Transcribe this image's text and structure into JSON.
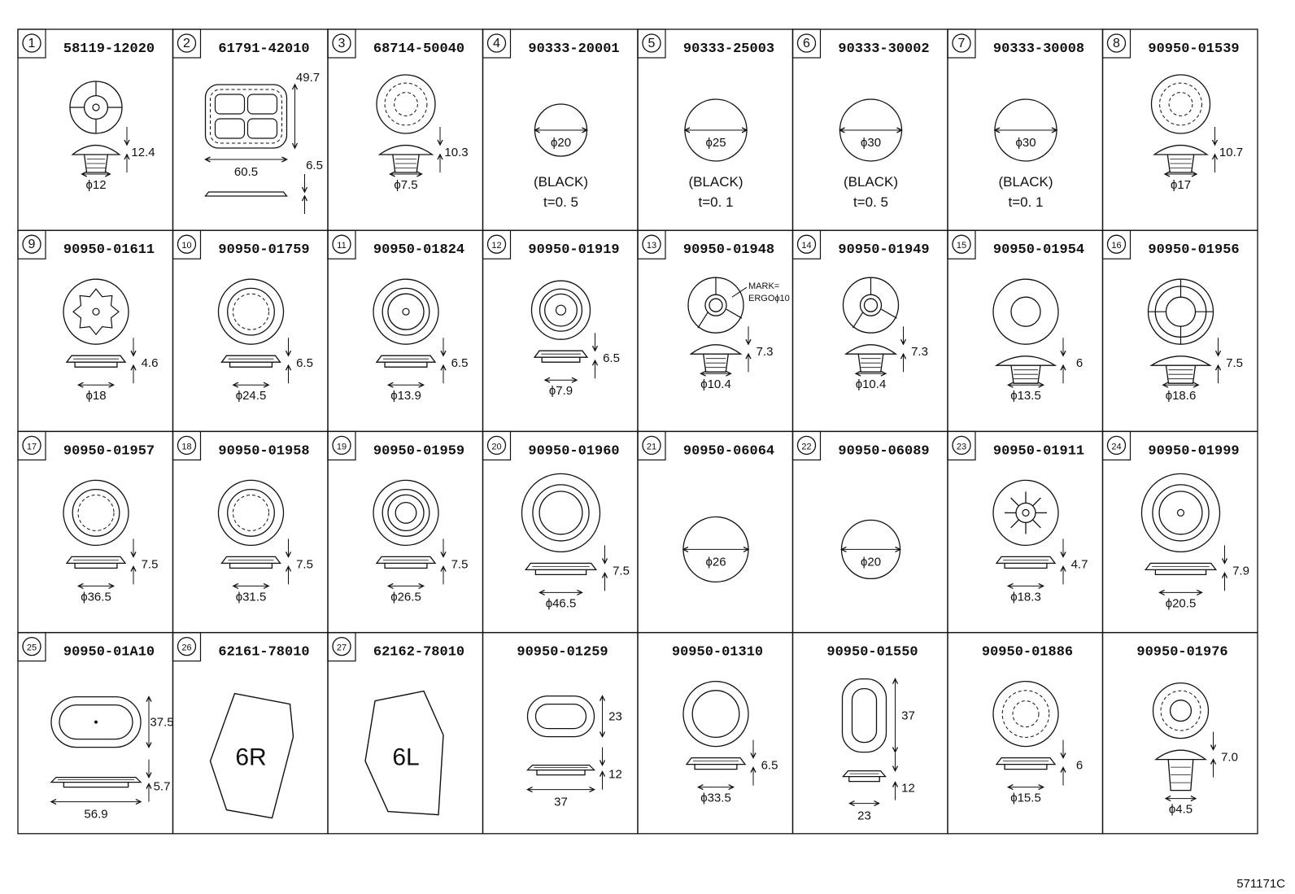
{
  "catalog_code": "571171C",
  "cells": [
    {
      "row": 0,
      "col": 0,
      "index": "1",
      "part": "58119-12020",
      "dims": [
        "12.4",
        "ϕ12"
      ],
      "notes": [],
      "shape": "plug-crossed"
    },
    {
      "row": 0,
      "col": 1,
      "index": "2",
      "part": "61791-42010",
      "dims": [
        "49.7",
        "60.5",
        "6.5"
      ],
      "notes": [],
      "shape": "square-4window"
    },
    {
      "row": 0,
      "col": 2,
      "index": "3",
      "part": "68714-50040",
      "dims": [
        "10.3",
        "ϕ7.5"
      ],
      "notes": [],
      "shape": "plug-ring"
    },
    {
      "row": 0,
      "col": 3,
      "index": "4",
      "part": "90333-20001",
      "dims": [
        "ϕ20"
      ],
      "notes": [
        "(BLACK)",
        "t=0. 5"
      ],
      "shape": "disc"
    },
    {
      "row": 0,
      "col": 4,
      "index": "5",
      "part": "90333-25003",
      "dims": [
        "ϕ25"
      ],
      "notes": [
        "(BLACK)",
        "t=0. 1"
      ],
      "shape": "disc"
    },
    {
      "row": 0,
      "col": 5,
      "index": "6",
      "part": "90333-30002",
      "dims": [
        "ϕ30"
      ],
      "notes": [
        "(BLACK)",
        "t=0. 5"
      ],
      "shape": "disc"
    },
    {
      "row": 0,
      "col": 6,
      "index": "7",
      "part": "90333-30008",
      "dims": [
        "ϕ30"
      ],
      "notes": [
        "(BLACK)",
        "t=0. 1"
      ],
      "shape": "disc"
    },
    {
      "row": 0,
      "col": 7,
      "index": "8",
      "part": "90950-01539",
      "dims": [
        "10.7",
        "ϕ17"
      ],
      "notes": [],
      "shape": "plug-ring"
    },
    {
      "row": 1,
      "col": 0,
      "index": "9",
      "part": "90950-01611",
      "dims": [
        "4.6",
        "ϕ18"
      ],
      "notes": [],
      "shape": "gear"
    },
    {
      "row": 1,
      "col": 1,
      "index": "10",
      "part": "90950-01759",
      "dims": [
        "6.5",
        "ϕ24.5"
      ],
      "notes": [],
      "shape": "rings"
    },
    {
      "row": 1,
      "col": 2,
      "index": "11",
      "part": "90950-01824",
      "dims": [
        "6.5",
        "ϕ13.9"
      ],
      "notes": [],
      "shape": "rings-dot"
    },
    {
      "row": 1,
      "col": 3,
      "index": "12",
      "part": "90950-01919",
      "dims": [
        "6.5",
        "ϕ7.9"
      ],
      "notes": [],
      "shape": "rings-dot-small"
    },
    {
      "row": 1,
      "col": 4,
      "index": "13",
      "part": "90950-01948",
      "dims": [
        "7.3",
        "ϕ10.4"
      ],
      "notes": [
        "MARK=",
        "ERGOϕ10"
      ],
      "shape": "split-plug"
    },
    {
      "row": 1,
      "col": 5,
      "index": "14",
      "part": "90950-01949",
      "dims": [
        "7.3",
        "ϕ10.4"
      ],
      "notes": [],
      "shape": "split-plug"
    },
    {
      "row": 1,
      "col": 6,
      "index": "15",
      "part": "90950-01954",
      "dims": [
        "6",
        "ϕ13.5"
      ],
      "notes": [],
      "shape": "donut-plug"
    },
    {
      "row": 1,
      "col": 7,
      "index": "16",
      "part": "90950-01956",
      "dims": [
        "7.5",
        "ϕ18.6"
      ],
      "notes": [],
      "shape": "crossed-ring"
    },
    {
      "row": 2,
      "col": 0,
      "index": "17",
      "part": "90950-01957",
      "dims": [
        "7.5",
        "ϕ36.5"
      ],
      "notes": [],
      "shape": "grommet"
    },
    {
      "row": 2,
      "col": 1,
      "index": "18",
      "part": "90950-01958",
      "dims": [
        "7.5",
        "ϕ31.5"
      ],
      "notes": [],
      "shape": "grommet"
    },
    {
      "row": 2,
      "col": 2,
      "index": "19",
      "part": "90950-01959",
      "dims": [
        "7.5",
        "ϕ26.5"
      ],
      "notes": [],
      "shape": "grommet-small"
    },
    {
      "row": 2,
      "col": 3,
      "index": "20",
      "part": "90950-01960",
      "dims": [
        "7.5",
        "ϕ46.5"
      ],
      "notes": [],
      "shape": "grommet-large"
    },
    {
      "row": 2,
      "col": 4,
      "index": "21",
      "part": "90950-06064",
      "dims": [
        "ϕ26"
      ],
      "notes": [],
      "shape": "disc-only"
    },
    {
      "row": 2,
      "col": 5,
      "index": "22",
      "part": "90950-06089",
      "dims": [
        "ϕ20"
      ],
      "notes": [],
      "shape": "disc-only"
    },
    {
      "row": 2,
      "col": 6,
      "index": "23",
      "part": "90950-01911",
      "dims": [
        "4.7",
        "ϕ18.3"
      ],
      "notes": [],
      "shape": "spoked"
    },
    {
      "row": 2,
      "col": 7,
      "index": "24",
      "part": "90950-01999",
      "dims": [
        "7.9",
        "ϕ20.5"
      ],
      "notes": [],
      "shape": "rings-dot-big"
    },
    {
      "row": 3,
      "col": 0,
      "index": "25",
      "part": "90950-01A10",
      "dims": [
        "37.5",
        "5.7",
        "56.9"
      ],
      "notes": [],
      "shape": "oval"
    },
    {
      "row": 3,
      "col": 1,
      "index": "26",
      "part": "62161-78010",
      "dims": [],
      "notes": [
        "6R"
      ],
      "shape": "pentagon-r"
    },
    {
      "row": 3,
      "col": 2,
      "index": "27",
      "part": "62162-78010",
      "dims": [],
      "notes": [
        "6L"
      ],
      "shape": "pentagon-l"
    },
    {
      "row": 3,
      "col": 3,
      "index": "",
      "part": "90950-01259",
      "dims": [
        "23",
        "12",
        "37"
      ],
      "notes": [],
      "shape": "oblong"
    },
    {
      "row": 3,
      "col": 4,
      "index": "",
      "part": "90950-01310",
      "dims": [
        "6.5",
        "ϕ33.5"
      ],
      "notes": [],
      "shape": "grommet-plain"
    },
    {
      "row": 3,
      "col": 5,
      "index": "",
      "part": "90950-01550",
      "dims": [
        "37",
        "12",
        "23"
      ],
      "notes": [],
      "shape": "oblong-vertical"
    },
    {
      "row": 3,
      "col": 6,
      "index": "",
      "part": "90950-01886",
      "dims": [
        "6",
        "ϕ15.5"
      ],
      "notes": [],
      "shape": "dashed-disc"
    },
    {
      "row": 3,
      "col": 7,
      "index": "",
      "part": "90950-01976",
      "dims": [
        "7.0",
        "ϕ4.5"
      ],
      "notes": [],
      "shape": "tall-plug"
    }
  ]
}
